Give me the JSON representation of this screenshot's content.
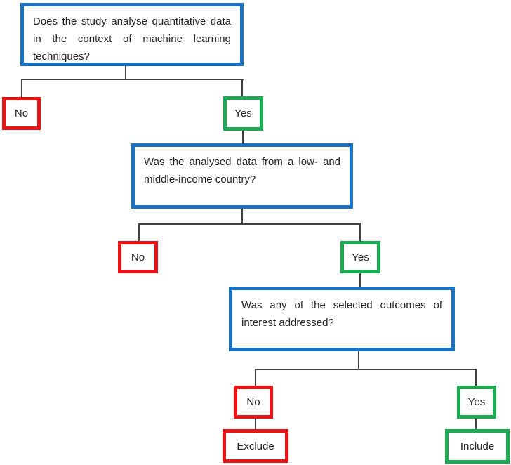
{
  "colors": {
    "question_border": "#1b72c2",
    "no_border": "#ea1316",
    "yes_border": "#1caa52",
    "line": "#404040",
    "text": "#242424",
    "background": "#ffffff"
  },
  "flowchart": {
    "questions": [
      {
        "text": "Does the study analyse quantitative data in the context of machine learning techniques?"
      },
      {
        "text": "Was the analysed data from a low- and middle-income country?"
      },
      {
        "text": "Was any of the selected outcomes of interest addressed?"
      }
    ],
    "answers": {
      "no": "No",
      "yes": "Yes"
    },
    "outcomes": {
      "exclude": "Exclude",
      "include": "Include"
    }
  }
}
